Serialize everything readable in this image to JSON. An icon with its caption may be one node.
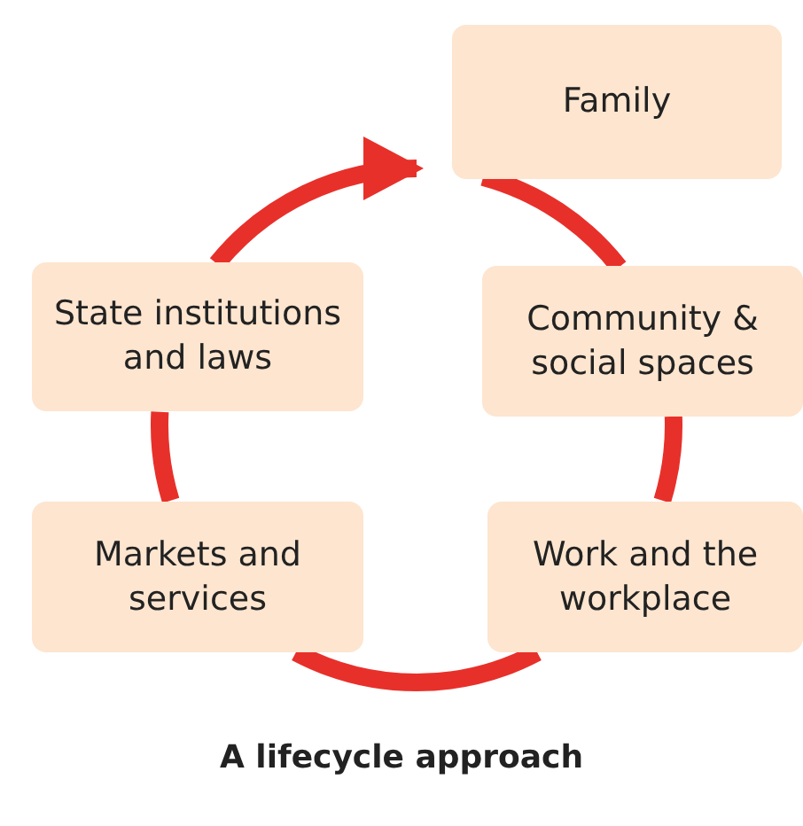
{
  "diagram": {
    "caption": "A lifecycle approach",
    "nodes": [
      {
        "text": [
          "Family"
        ]
      },
      {
        "text": [
          "State institutions and laws"
        ]
      },
      {
        "text": [
          "Community & social spaces"
        ]
      },
      {
        "text": [
          "Markets and services"
        ]
      },
      {
        "text": [
          "Work and the workplace"
        ]
      }
    ],
    "edges": [
      {
        "from": 1,
        "to": 0,
        "arrow": "to"
      },
      {
        "from": 0,
        "to": 2,
        "arrow": "none"
      },
      {
        "from": 2,
        "to": 4,
        "arrow": "none"
      },
      {
        "from": 4,
        "to": 3,
        "arrow": "none"
      },
      {
        "from": 3,
        "to": 1,
        "arrow": "none"
      }
    ]
  }
}
